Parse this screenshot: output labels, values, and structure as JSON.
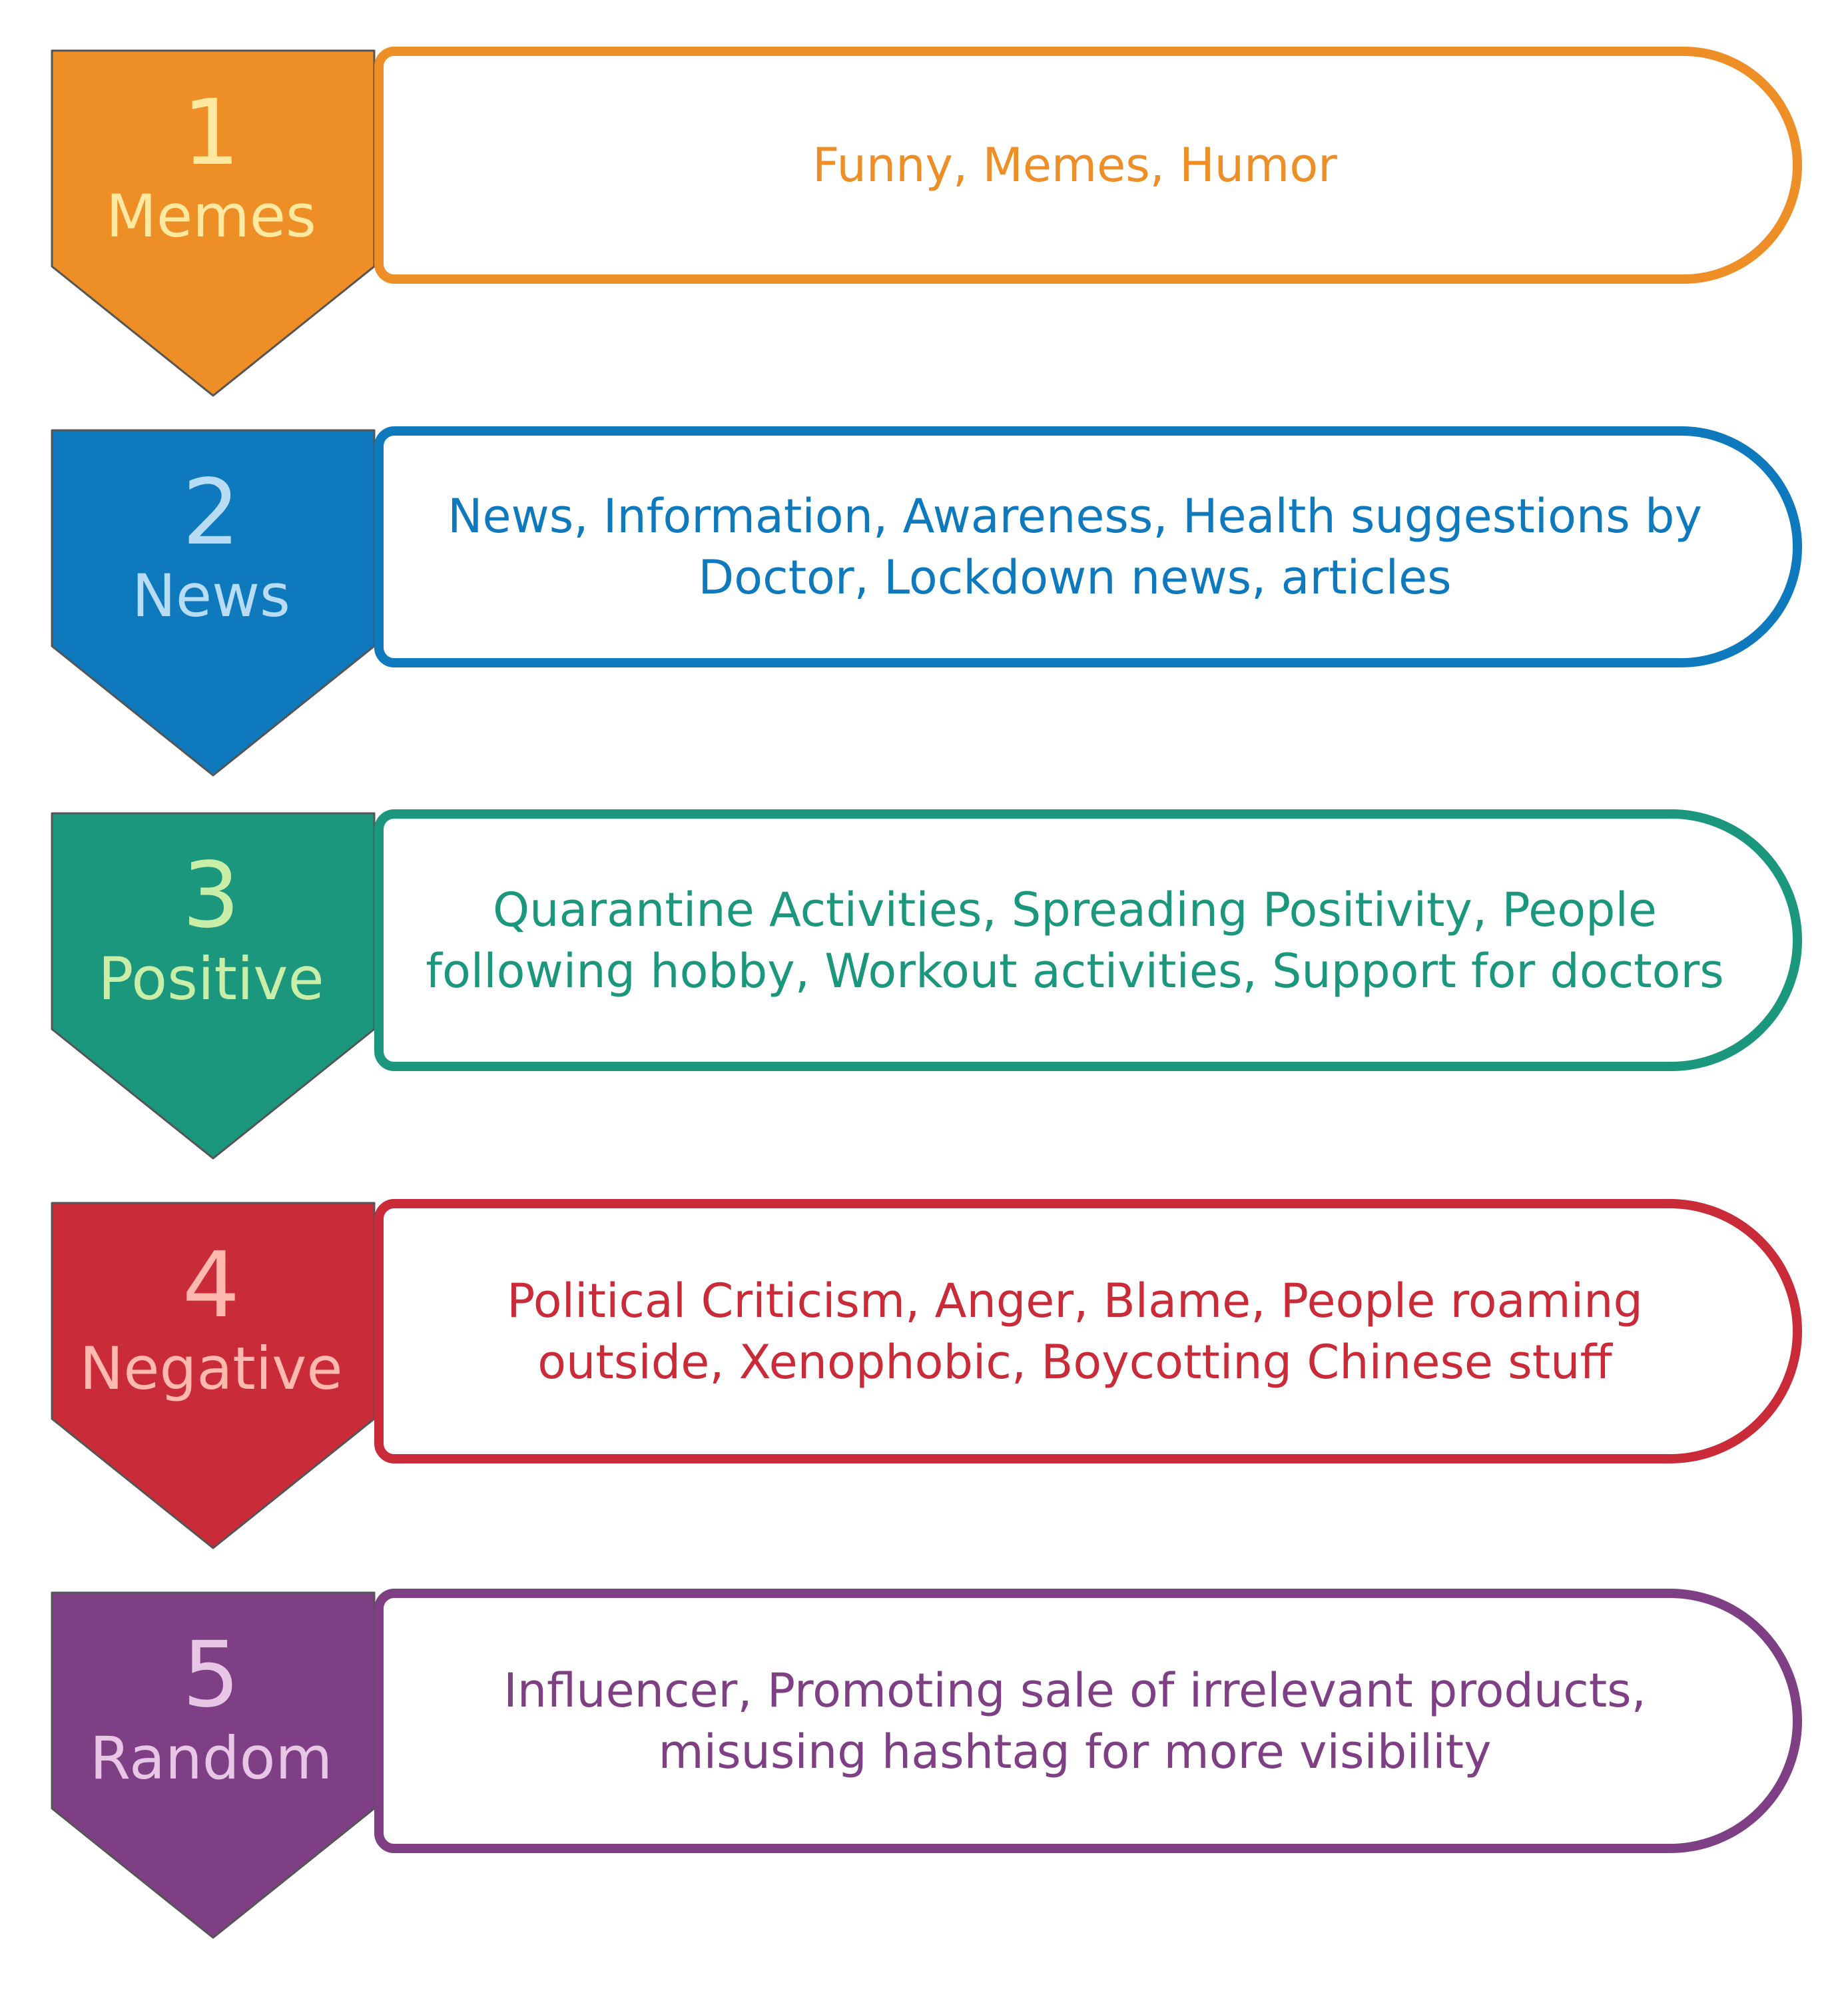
{
  "categories": [
    {
      "number": "1",
      "label": "Memes",
      "description": "Funny, Memes, Humor",
      "color": "#EE8E26",
      "text_color": "#FFE9A0"
    },
    {
      "number": "2",
      "label": "News",
      "description": "News, Information, Awareness, Health suggestions by Doctor, Lockdown news, articles",
      "color": "#0E79BD",
      "text_color": "#B7DCF3"
    },
    {
      "number": "3",
      "label": "Positive",
      "description": "Quarantine Activities, Spreading Positivity, People following hobby, Workout activities, Support for doctors",
      "color": "#1B977D",
      "text_color": "#C9EEA8"
    },
    {
      "number": "4",
      "label": "Negative",
      "description": "Political Criticism, Anger, Blame, People roaming outside,  Xenophobic, Boycotting Chinese stuff",
      "color": "#C92B38",
      "text_color": "#FFB9AE"
    },
    {
      "number": "5",
      "label": "Random",
      "description": "Influencer, Promoting sale of irrelevant products, misusing hashtag for more visibility",
      "color": "#7E3F85",
      "text_color": "#E7C6E6"
    }
  ]
}
